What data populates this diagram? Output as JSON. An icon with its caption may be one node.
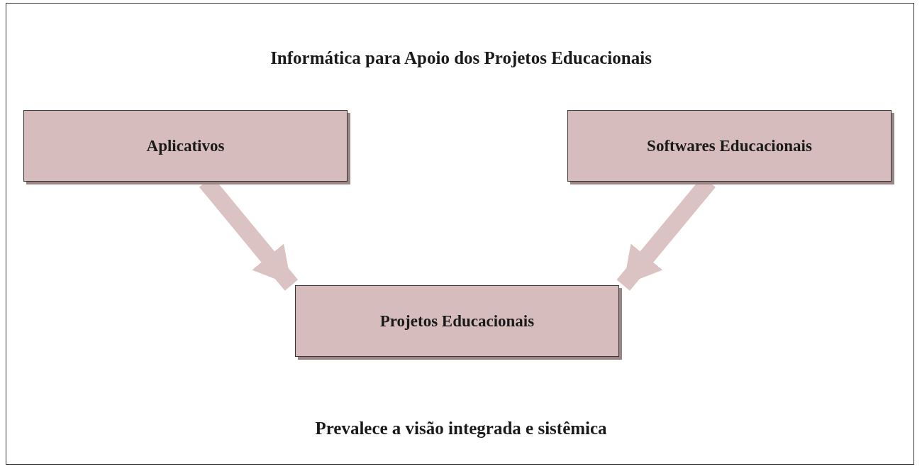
{
  "diagram": {
    "title": "Informática para Apoio dos Projetos Educacionais",
    "caption": "Prevalece a visão integrada e sistêmica",
    "nodes": [
      {
        "text": [
          "Aplicativos"
        ]
      },
      {
        "text": [
          "Softwares Educacionais"
        ]
      },
      {
        "text": [
          "Projetos Educacionais"
        ]
      }
    ],
    "edges": [
      {
        "from": 0,
        "to": 2,
        "arrow": "to"
      },
      {
        "from": 1,
        "to": 2,
        "arrow": "to"
      }
    ]
  }
}
